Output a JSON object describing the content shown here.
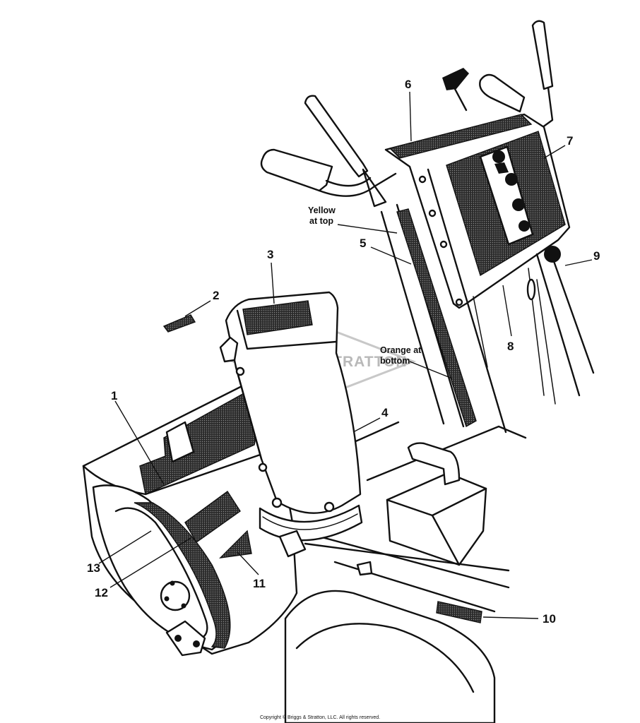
{
  "diagram": {
    "callouts": [
      {
        "id": "1",
        "label": "1"
      },
      {
        "id": "2",
        "label": "2"
      },
      {
        "id": "3",
        "label": "3"
      },
      {
        "id": "4",
        "label": "4"
      },
      {
        "id": "5",
        "label": "5"
      },
      {
        "id": "6",
        "label": "6"
      },
      {
        "id": "7",
        "label": "7"
      },
      {
        "id": "8",
        "label": "8"
      },
      {
        "id": "9",
        "label": "9"
      },
      {
        "id": "10",
        "label": "10"
      },
      {
        "id": "11",
        "label": "11"
      },
      {
        "id": "12",
        "label": "12"
      },
      {
        "id": "13",
        "label": "13"
      }
    ],
    "notes": {
      "yellow_line1": "Yellow",
      "yellow_line2": "at top",
      "orange_line1": "Orange at",
      "orange_line2": "bottom"
    },
    "watermark": "BRIGGS & STRATTON",
    "copyright": "Copyright © Briggs & Stratton, LLC. All rights reserved."
  }
}
